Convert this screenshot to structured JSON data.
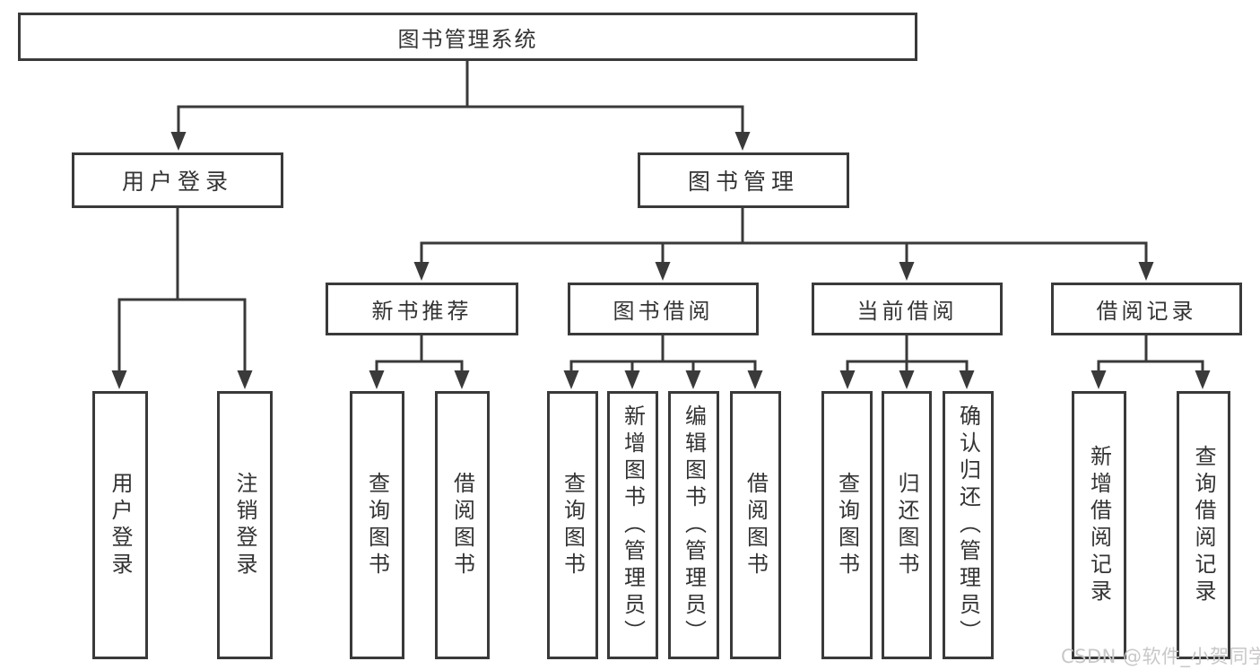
{
  "diagram": {
    "root": {
      "label": "图书管理系统"
    },
    "branches": [
      {
        "label": "用户登录",
        "children": [
          {
            "label": "用户登录"
          },
          {
            "label": "注销登录"
          }
        ]
      },
      {
        "label": "图书管理",
        "children": [
          {
            "label": "新书推荐",
            "children": [
              {
                "label": "查询图书"
              },
              {
                "label": "借阅图书"
              }
            ]
          },
          {
            "label": "图书借阅",
            "children": [
              {
                "label": "查询图书"
              },
              {
                "label": "新增图书（管理员）"
              },
              {
                "label": "编辑图书（管理员）"
              },
              {
                "label": "借阅图书"
              }
            ]
          },
          {
            "label": "当前借阅",
            "children": [
              {
                "label": "查询图书"
              },
              {
                "label": "归还图书"
              },
              {
                "label": "确认归还（管理员）"
              }
            ]
          },
          {
            "label": "借阅记录",
            "children": [
              {
                "label": "新增借阅记录"
              },
              {
                "label": "查询借阅记录"
              }
            ]
          }
        ]
      }
    ]
  },
  "watermark": {
    "text": "CSDN @软件_小贺同学"
  },
  "colors": {
    "line": "#3a3a3a",
    "text": "#333333",
    "background": "#ffffff",
    "watermark": "#c9c7c7"
  }
}
